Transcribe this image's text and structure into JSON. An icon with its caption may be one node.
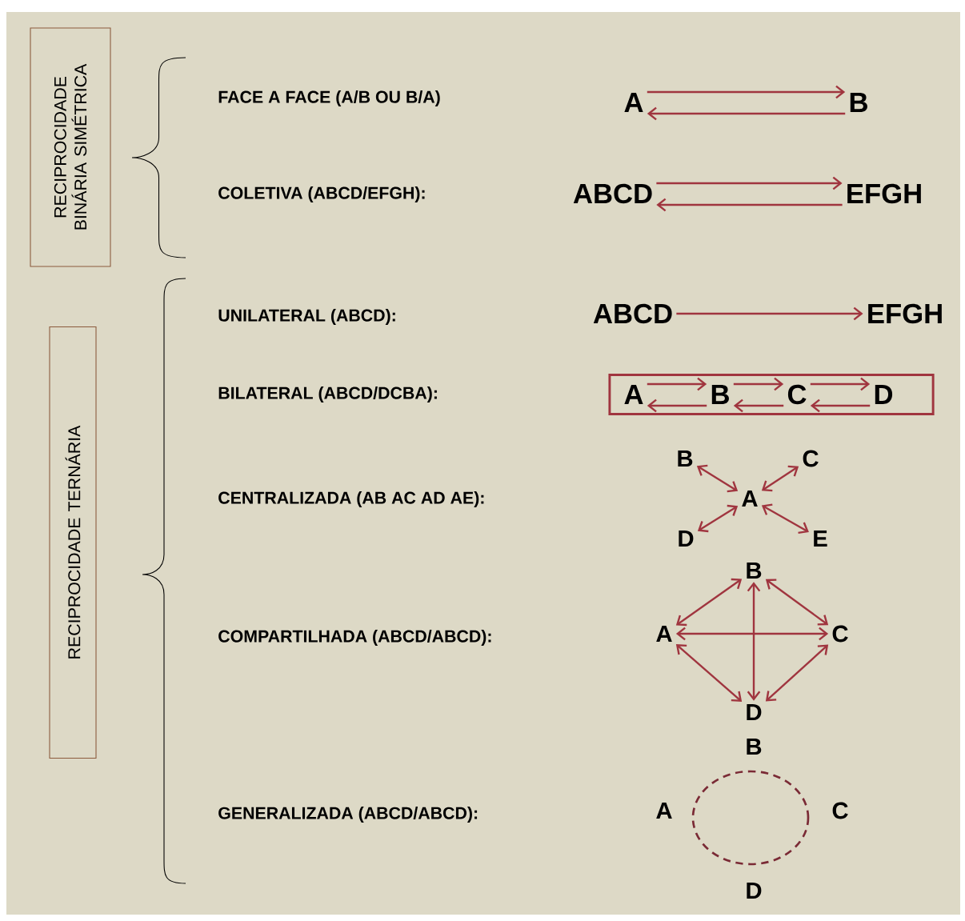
{
  "diagram": {
    "nodes": [
      {
        "text": [
          "RECIPROCIDADE BINÁRIA SIMÉTRICA"
        ]
      },
      {
        "text": [
          "RECIPROCIDADE TERNÁRIA"
        ]
      },
      {
        "text": [
          "A"
        ]
      },
      {
        "text": [
          "B"
        ]
      },
      {
        "text": [
          "ABCD"
        ]
      },
      {
        "text": [
          "EFGH"
        ]
      },
      {
        "text": [
          "ABCD"
        ]
      },
      {
        "text": [
          "EFGH"
        ]
      },
      {
        "text": [],
        "shape": "box"
      },
      {
        "text": [
          "A"
        ],
        "in": 8
      },
      {
        "text": [
          "B"
        ],
        "in": 8
      },
      {
        "text": [
          "C"
        ],
        "in": 8
      },
      {
        "text": [
          "D"
        ],
        "in": 8
      },
      {
        "text": [
          "B"
        ]
      },
      {
        "text": [
          "C"
        ]
      },
      {
        "text": [
          "A"
        ]
      },
      {
        "text": [
          "D"
        ]
      },
      {
        "text": [
          "E"
        ]
      },
      {
        "text": [
          "B"
        ]
      },
      {
        "text": [
          "A"
        ]
      },
      {
        "text": [
          "C"
        ]
      },
      {
        "text": [
          "D"
        ]
      },
      {
        "text": [
          "B"
        ]
      },
      {
        "text": [
          "A"
        ]
      },
      {
        "text": [],
        "shape": "circle"
      },
      {
        "text": [
          "C"
        ]
      },
      {
        "text": [
          "D"
        ]
      }
    ],
    "edges": [
      {
        "from": 2,
        "to": 3,
        "arrow": "to"
      },
      {
        "from": 3,
        "to": 2,
        "arrow": "to"
      },
      {
        "from": 4,
        "to": 5,
        "arrow": "to"
      },
      {
        "from": 5,
        "to": 4,
        "arrow": "to"
      },
      {
        "from": 6,
        "to": 7,
        "arrow": "to"
      },
      {
        "from": 9,
        "to": 10,
        "arrow": "to"
      },
      {
        "from": 10,
        "to": 9,
        "arrow": "to"
      },
      {
        "from": 10,
        "to": 11,
        "arrow": "to"
      },
      {
        "from": 11,
        "to": 10,
        "arrow": "to"
      },
      {
        "from": 11,
        "to": 12,
        "arrow": "to"
      },
      {
        "from": 12,
        "to": 11,
        "arrow": "to"
      },
      {
        "from": 15,
        "to": 13,
        "arrow": "both"
      },
      {
        "from": 15,
        "to": 14,
        "arrow": "both"
      },
      {
        "from": 15,
        "to": 16,
        "arrow": "both"
      },
      {
        "from": 15,
        "to": 17,
        "arrow": "both"
      },
      {
        "from": 19,
        "to": 18,
        "arrow": "both"
      },
      {
        "from": 18,
        "to": 20,
        "arrow": "both"
      },
      {
        "from": 19,
        "to": 20,
        "arrow": "both"
      },
      {
        "from": 18,
        "to": 21,
        "arrow": "both"
      },
      {
        "from": 19,
        "to": 21,
        "arrow": "both"
      },
      {
        "from": 20,
        "to": 21,
        "arrow": "both"
      }
    ],
    "labels": [
      "FACE A FACE (A/B OU B/A)",
      "COLETIVA (ABCD/EFGH):",
      "UNILATERAL (ABCD):",
      "BILATERAL (ABCD/DCBA):",
      "CENTRALIZADA (AB AC AD AE):",
      "COMPARTILHADA (ABCD/ABCD):",
      "GENERALIZADA (ABCD/ABCD):"
    ]
  }
}
